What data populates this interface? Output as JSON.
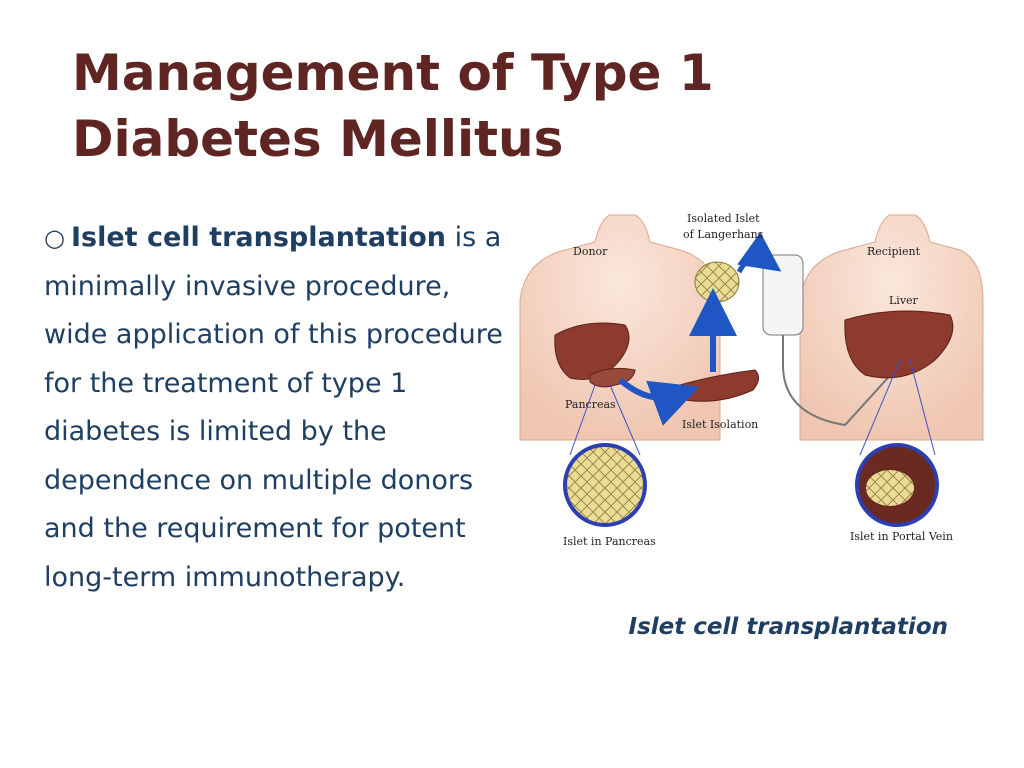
{
  "slide": {
    "title": "Management of Type 1 Diabetes Mellitus",
    "bullet_symbol": "○",
    "bullet_term": "Islet cell transplantation",
    "bullet_text": " is a minimally invasive procedure, wide application of this procedure for the treatment of type 1 diabetes is limited by the dependence on multiple donors and the requirement for potent long-term immunotherapy.",
    "caption": "Islet cell transplantation"
  },
  "figure": {
    "donor": "Donor",
    "recipient": "Recipient",
    "isolated_islet_line1": "Isolated Islet",
    "isolated_islet_line2": "of Langerhans",
    "liver": "Liver",
    "pancreas": "Pancreas",
    "islet_isolation": "Islet Isolation",
    "islet_in_pancreas": "Islet in Pancreas",
    "islet_in_portal_vein": "Islet in Portal Vein"
  },
  "colors": {
    "title": "#5e2522",
    "body_text": "#1e3e62",
    "skin": "#f6d9c9",
    "organ": "#8d3b2e",
    "arrow": "#1f56c4",
    "islet": "#e6d58a"
  }
}
